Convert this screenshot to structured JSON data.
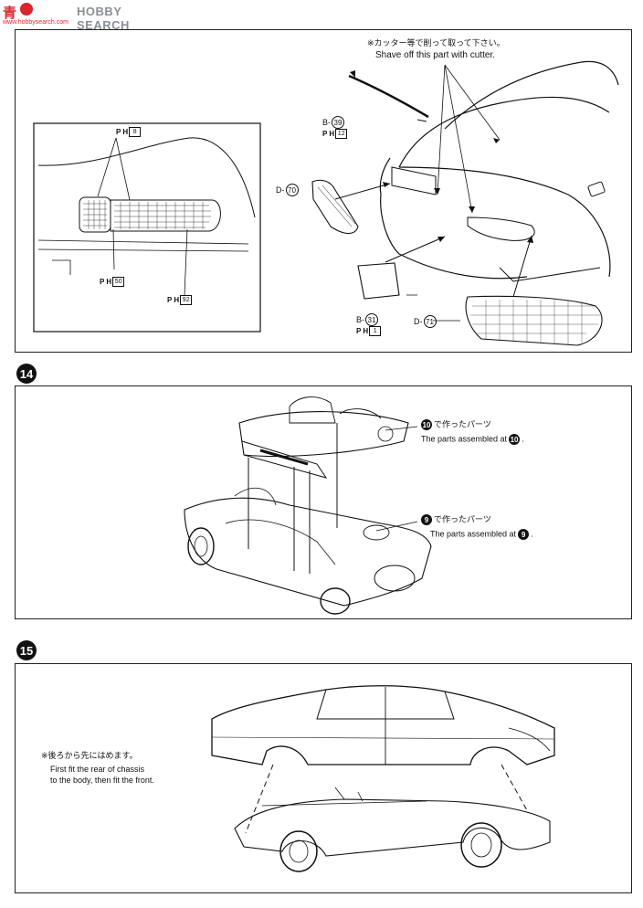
{
  "watermark": {
    "brand": "HOBBY SEARCH",
    "prefix": "青",
    "url": "www.hobbysearch.com"
  },
  "step13": {
    "note_jp": "※カッター等で削って取って下さい。",
    "note_en": "Shave off this part with cutter.",
    "inset": {
      "ph_top": "8",
      "ph_left": "50",
      "ph_right": "92",
      "ph_prefix": "P H"
    },
    "parts": {
      "b39": {
        "letter": "B-",
        "num": "39",
        "ph": "12"
      },
      "d70": {
        "letter": "D-",
        "num": "70"
      },
      "b31": {
        "letter": "B-",
        "num": "31",
        "ph": "1"
      },
      "d71": {
        "letter": "D-",
        "num": "71"
      }
    }
  },
  "step14": {
    "number": "14",
    "ref10_jp": "で作ったパーツ",
    "ref10_en": "The parts assembled at",
    "ref10_num": "10",
    "ref9_jp": "で作ったパーツ",
    "ref9_en": "The parts assembled at",
    "ref9_num": "9"
  },
  "step15": {
    "number": "15",
    "note_jp": "※後ろから先にはめます。",
    "note_en_1": "First fit the rear of chassis",
    "note_en_2": "to the body, then fit the front."
  },
  "colors": {
    "ink": "#111111",
    "paper": "#ffffff",
    "watermark_red": "#d9262c",
    "watermark_gray": "#8a8f96"
  }
}
